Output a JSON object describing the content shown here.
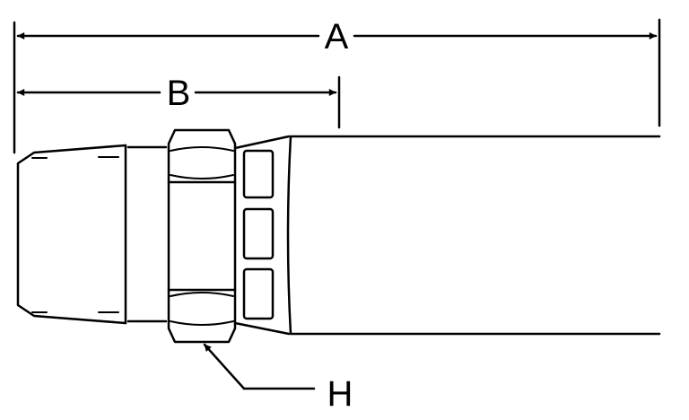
{
  "labels": {
    "overall_length": "A",
    "thread_length": "B",
    "hex_size": "H"
  }
}
